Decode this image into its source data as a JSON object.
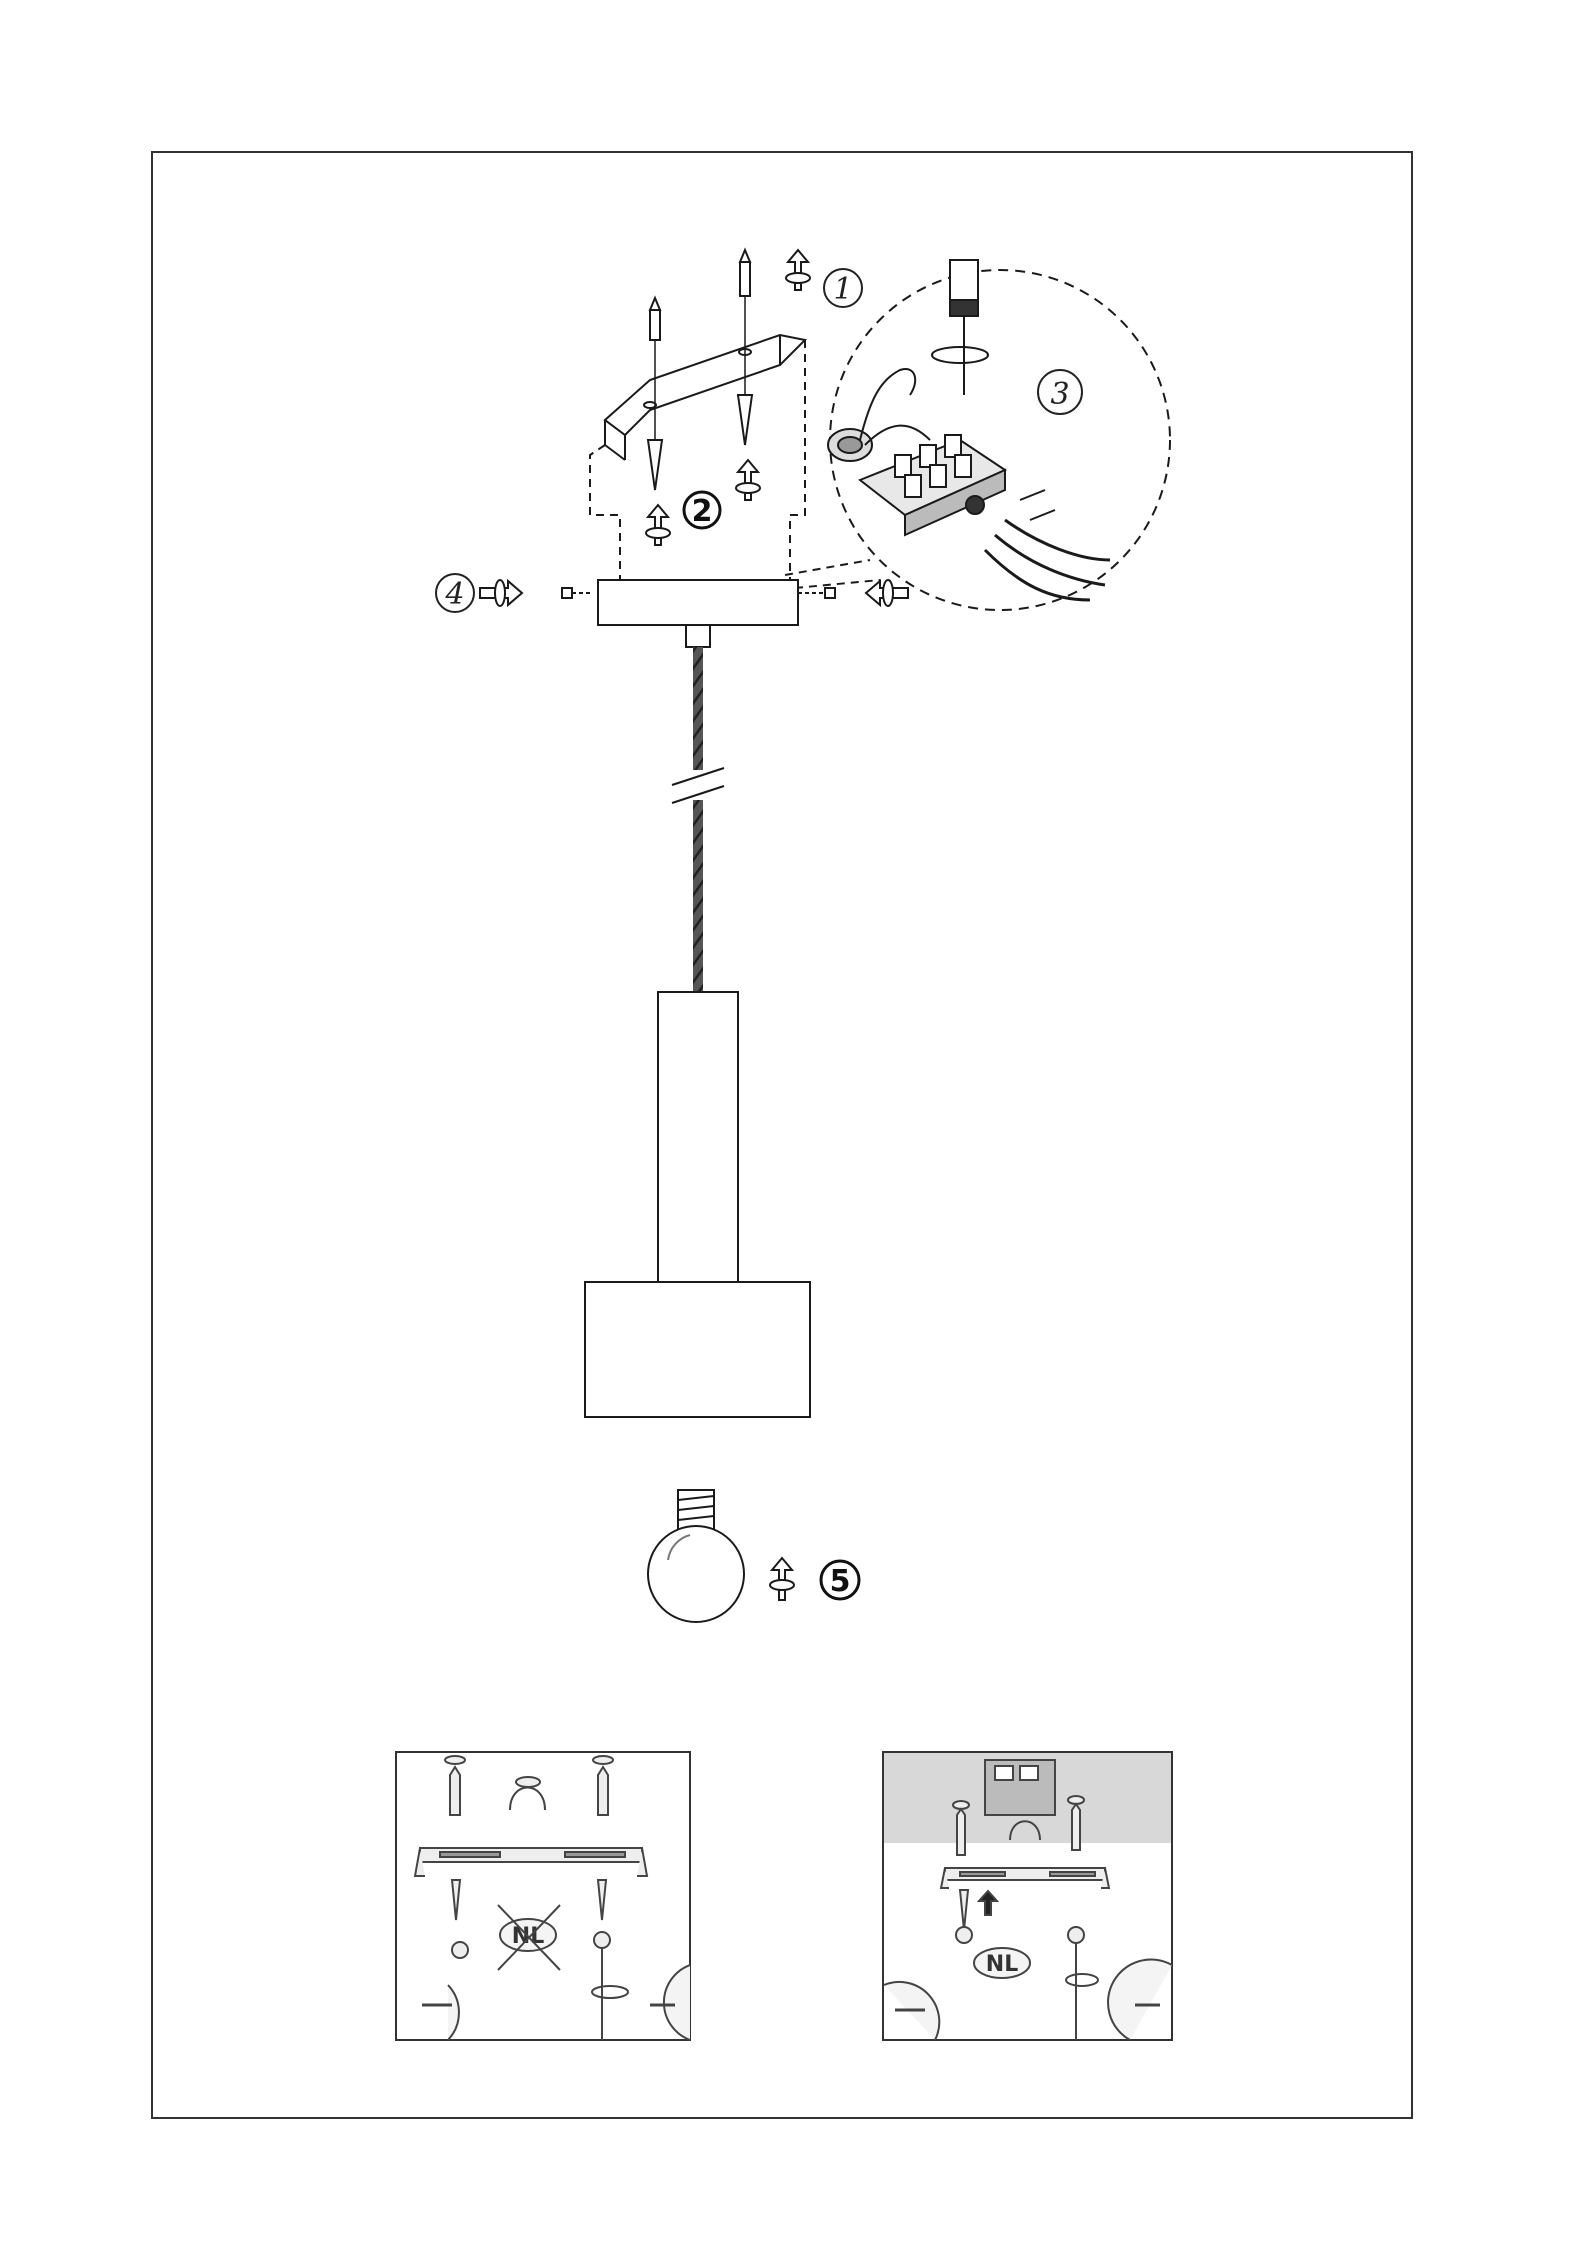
{
  "steps": {
    "step1": "1",
    "step2": "2",
    "step3": "3",
    "step4": "4",
    "step5": "5"
  },
  "panels": {
    "left_label": "NL",
    "right_label": "NL"
  },
  "colors": {
    "line": "#1a1a1a",
    "grey_panel": "#d8d8d8",
    "frame": "#333333"
  }
}
